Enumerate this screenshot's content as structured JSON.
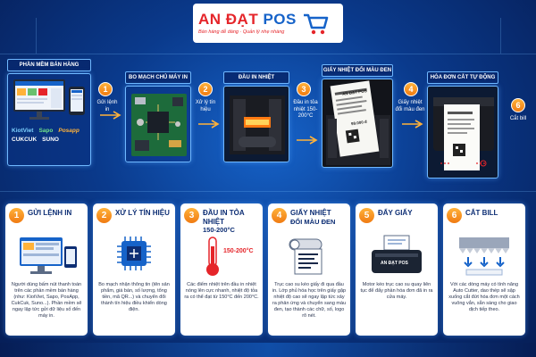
{
  "logo": {
    "brand_an": "AN ĐẠT",
    "brand_pos": "POS",
    "tagline": "Bán hàng dễ dàng · Quản lý nhẹ nhàng"
  },
  "stages": [
    {
      "title": "PHẦN MỀM BÁN HÀNG",
      "apps": [
        "KiotViet",
        "Sapo",
        "Posapp",
        "CUKCUK",
        "SUNO"
      ]
    },
    {
      "title": "BO MẠCH CHỦ MÁY IN"
    },
    {
      "title": "ĐẦU IN NHIỆT"
    },
    {
      "title": "GIẤY NHIỆT ĐỔI MÀU ĐEN",
      "paper_brand": "AN ĐẠT POS",
      "paper_total": "99.000 đ"
    },
    {
      "title": "HÓA ĐƠN CẮT TỰ ĐỘNG"
    }
  ],
  "steps": [
    {
      "num": "1",
      "label": "Gửi lệnh in"
    },
    {
      "num": "2",
      "label": "Xử lý tín hiệu"
    },
    {
      "num": "3",
      "label": "Đầu in tỏa nhiệt 150-200°C"
    },
    {
      "num": "4",
      "label": "Giấy nhiệt đổi màu đen"
    },
    {
      "num": "6",
      "label": "Cắt bill"
    }
  ],
  "cards": [
    {
      "num": "1",
      "title": "GỬI LỆNH IN",
      "subtitle": "",
      "desc": "Người dùng bấm nút thanh toán trên các phần mềm bán hàng (như: KiotViet, Sapo, PosApp, CukCuk, Suno...). Phần mềm sẽ ngay lập tức gửi dữ liệu số đến máy in."
    },
    {
      "num": "2",
      "title": "XỬ LÝ TÍN HIỆU",
      "subtitle": "",
      "desc": "Bo mạch nhận thông tin (tên sản phẩm, giá bán, số lượng, tổng tiền, mã QR...) và chuyển đổi thành tín hiệu điều khiển dòng điện."
    },
    {
      "num": "3",
      "title": "ĐẦU IN TỎA NHIỆT",
      "subtitle": "150-200°C",
      "icon_label": "150-200°C",
      "desc": "Các điểm nhiệt trên đầu in nhiệt nóng lên cực nhanh, nhiệt độ tỏa ra có thể đạt từ 150°C đến 200°C."
    },
    {
      "num": "4",
      "title": "GIẤY NHIỆT",
      "subtitle": "ĐỔI MÀU ĐEN",
      "desc": "Trục cao su kéo giấy đi qua đầu in. Lớp phủ hóa học trên giấy gặp nhiệt độ cao sẽ ngay lập tức xảy ra phản ứng và chuyển sang màu đen, tạo thành các chữ, số, logo rõ nét."
    },
    {
      "num": "5",
      "title": "ĐẨY GIẤY",
      "subtitle": "",
      "icon_label": "AN ĐẠT POS",
      "desc": "Motor kéo trục cao su quay liên tục để đẩy phần hóa đơn đã in ra cửa máy."
    },
    {
      "num": "6",
      "title": "CẮT BILL",
      "subtitle": "",
      "desc": "Với các dòng máy có tính năng Auto Cutter, dao thép sẽ sập xuống cắt đứt hóa đơn một cách vuông vắn, sẵn sàng cho giao dịch tiếp theo."
    }
  ],
  "colors": {
    "accent": "#f07b12",
    "brand_red": "#e5252a",
    "brand_blue": "#1663c9",
    "bg_dark": "#061d55"
  }
}
